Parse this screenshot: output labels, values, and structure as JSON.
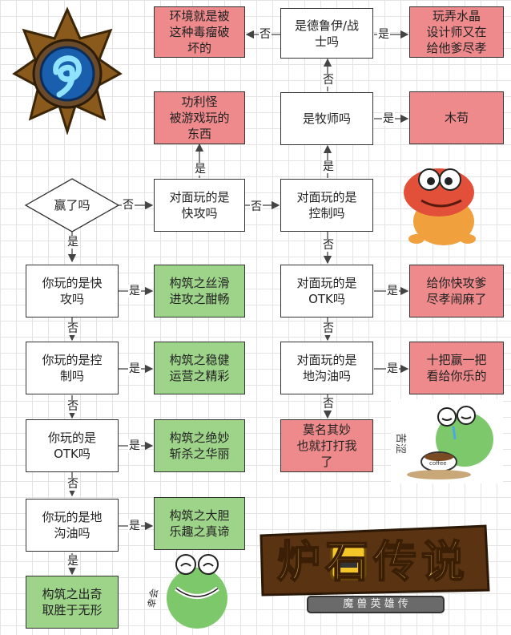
{
  "nodes": {
    "win": "赢了吗",
    "opp_aggro": "对面玩的是\n快攻吗",
    "opp_control": "对面玩的是\n控制吗",
    "opp_otk": "对面玩的是\nOTK吗",
    "opp_oil": "对面玩的是\n地沟油吗",
    "druid": "是德鲁伊/战\n士吗",
    "priest": "是牧师吗",
    "env": "环境就是被\n这种毒瘤破\n坏的",
    "kong": "功利怪\n被游戏玩的\n东西",
    "designer": "玩弄水晶\n设计师又在\n给他爹尽孝",
    "mugou": "木苟",
    "give_aggro": "给你快攻爹\n尽孝闹麻了",
    "ten": "十把赢一把\n看给你乐的",
    "baffled": "莫名其妙\n也就打打我\n了",
    "you_aggro": "你玩的是快\n攻吗",
    "you_control": "你玩的是控\n制吗",
    "you_otk": "你玩的是\nOTK吗",
    "you_oil": "你玩的是地\n沟油吗",
    "build_aggro": "构筑之丝滑\n进攻之酣畅",
    "build_control": "构筑之稳健\n运营之精彩",
    "build_otk": "构筑之绝妙\n斩杀之华丽",
    "build_oil": "构筑之大胆\n乐趣之真谛",
    "build_surprise": "构筑之出奇\n取胜于无形"
  },
  "labels": {
    "yes": "是",
    "no": "否"
  },
  "logo": {
    "title": "炉石传说",
    "subtitle": "魔 兽 英 雄 传"
  },
  "stickers": {
    "bitter": "苦涩",
    "coffee": "coffee",
    "xinhui": "幸会"
  },
  "colors": {
    "red": "#ee8a8c",
    "green": "#9ed38a",
    "line": "#444444"
  }
}
